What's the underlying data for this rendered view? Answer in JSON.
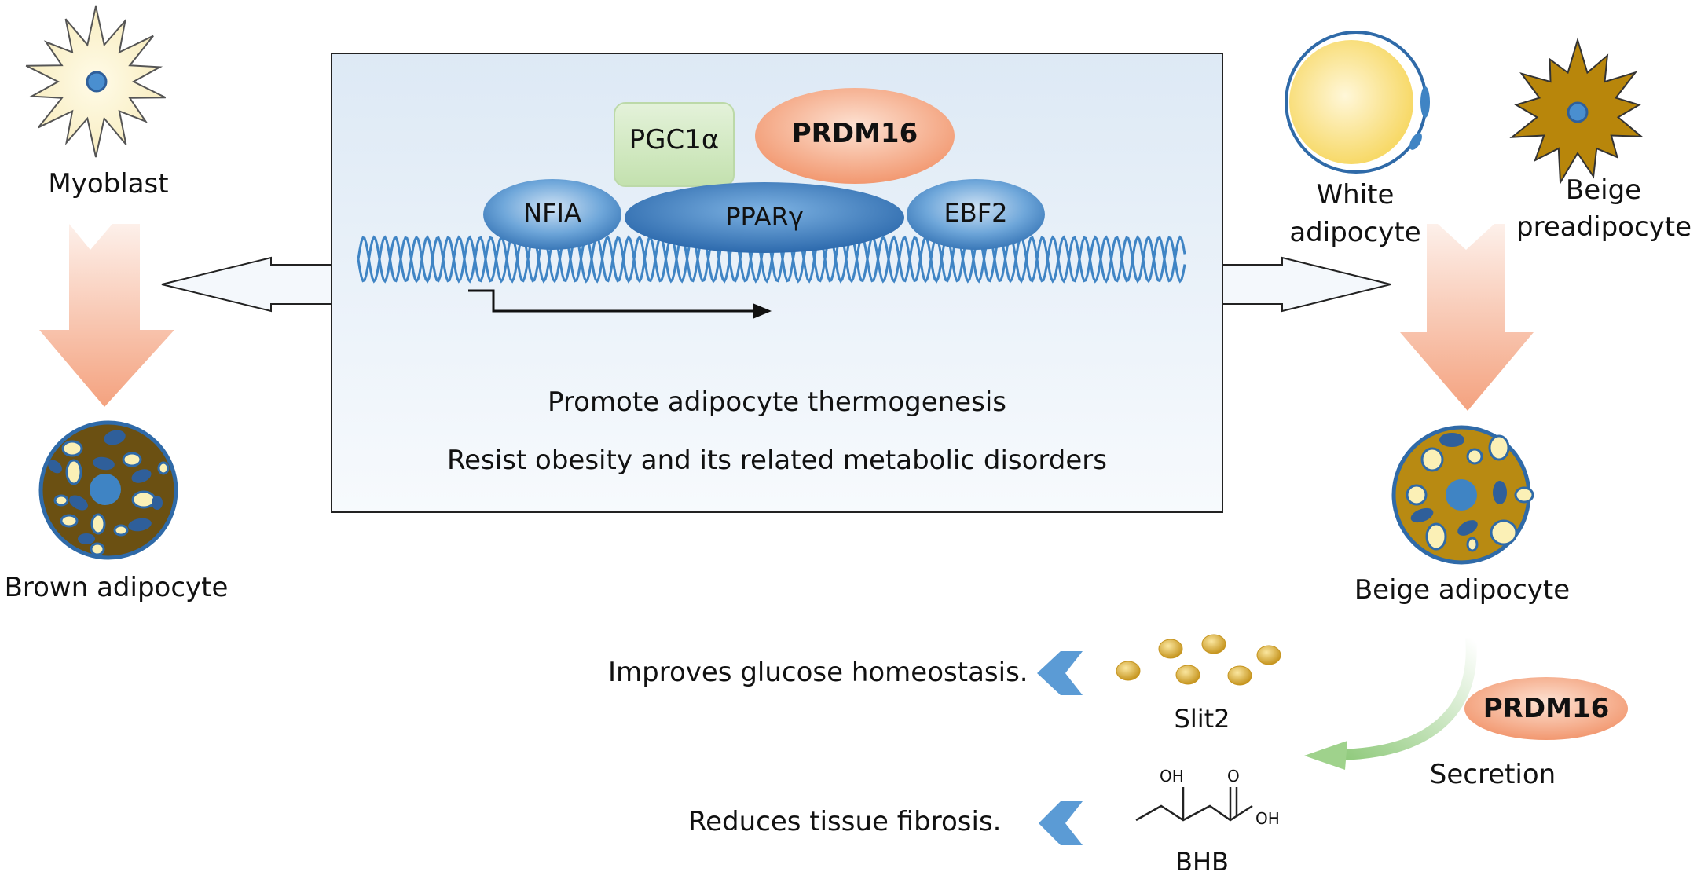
{
  "cells": {
    "myoblast": "Myoblast",
    "brown_adipocyte": "Brown adipocyte",
    "white_adipocyte_line1": "White",
    "white_adipocyte_line2": "adipocyte",
    "beige_preadipocyte_line1": "Beige",
    "beige_preadipocyte_line2": "preadipocyte",
    "beige_adipocyte": "Beige adipocyte"
  },
  "complex": {
    "pgc1a": "PGC1α",
    "prdm16": "PRDM16",
    "nfia": "NFIA",
    "ppar": "PPARγ",
    "ebf2": "EBF2"
  },
  "effects": {
    "line1": "Promote adipocyte thermogenesis",
    "line2": "Resist obesity and its related metabolic disorders"
  },
  "secretion": {
    "prdm16": "PRDM16",
    "label": "Secretion",
    "slit2": "Slit2",
    "slit2_effect": "Improves glucose homeostasis.",
    "bhb": "BHB",
    "bhb_effect": "Reduces tissue fibrosis.",
    "bhb_oh1": "OH",
    "bhb_o": "O",
    "bhb_oh2": "OH"
  },
  "colors": {
    "panel_top": "#e3edf7",
    "panel_bottom": "#ffffff",
    "protein_blue": "#3f84c4",
    "prdm16_orange": "#f3a07a",
    "pgc1a_green": "#cfe8bf",
    "dna_blue": "#3f84c4",
    "arrow_orange": "#f4a27f",
    "beige_brown": "#b8860b",
    "brown_dark": "#6b4f10",
    "nucleus_blue": "#3f84c4",
    "slit2_gold": "#d4a72c",
    "effect_arrow_blue": "#5b9bd5",
    "secretion_green": "#9fd28c"
  }
}
